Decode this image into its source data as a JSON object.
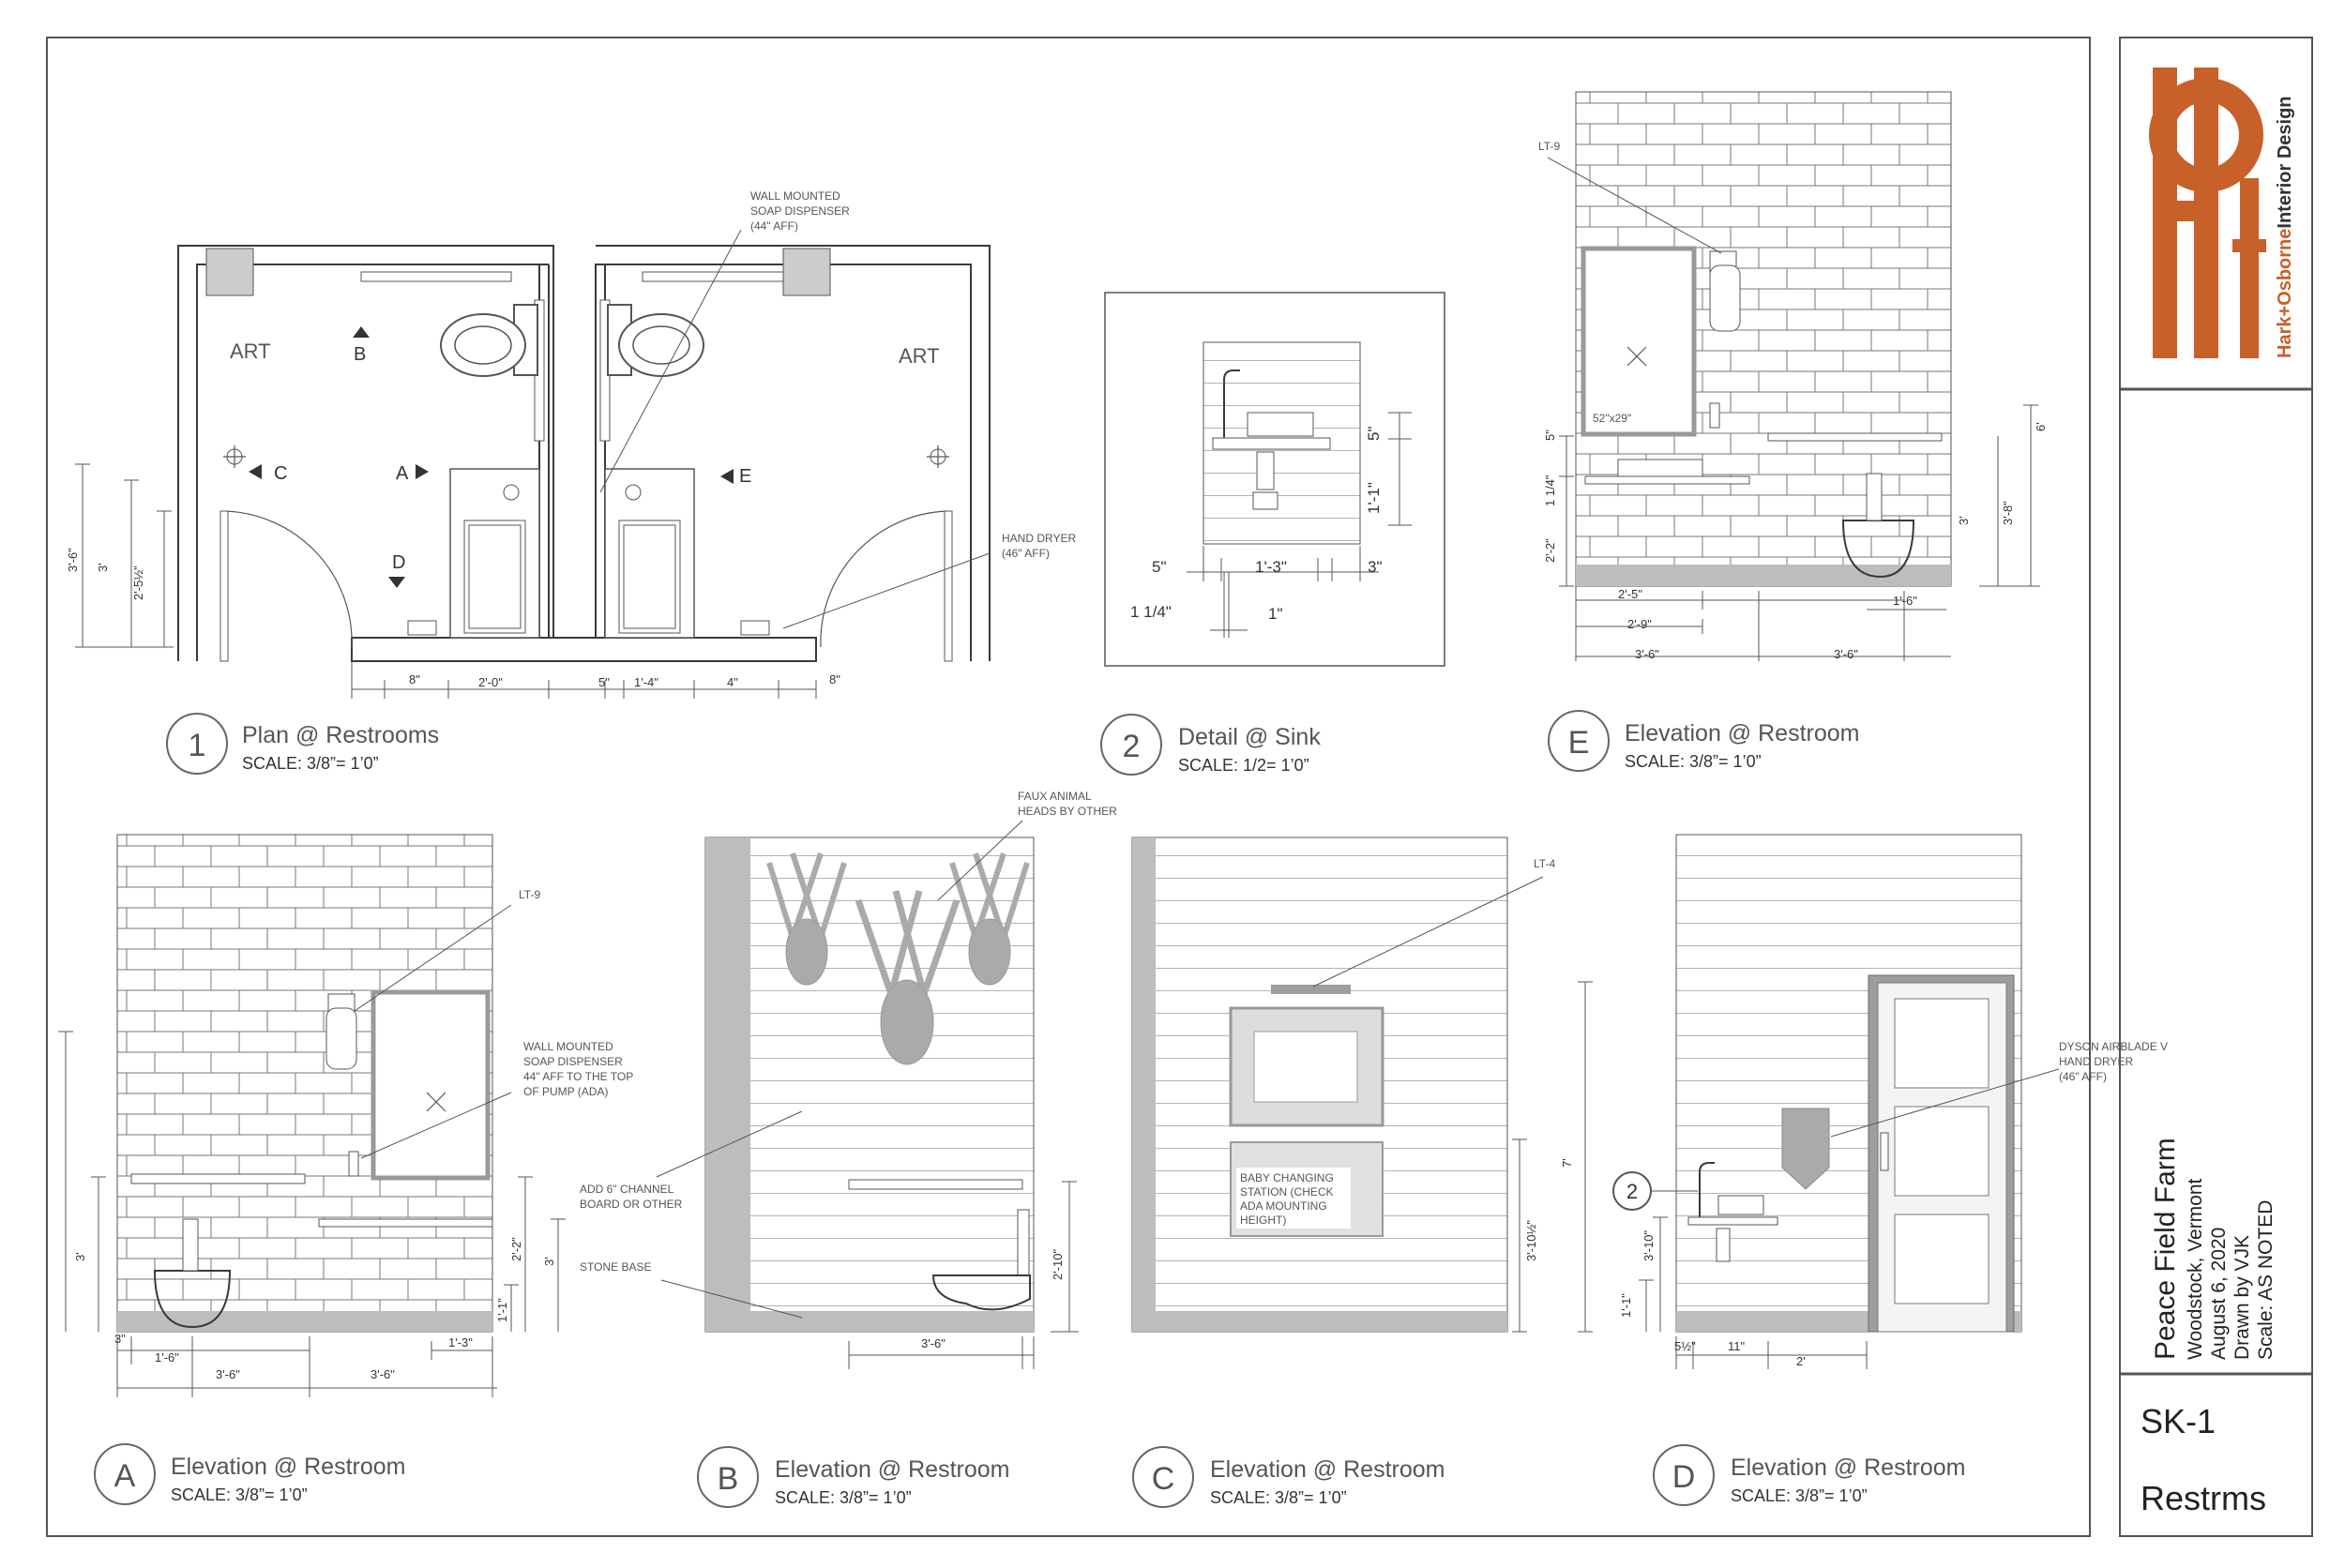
{
  "drawings": {
    "d1": {
      "num": "1",
      "title": "Plan @ Restrooms",
      "scale": "SCALE: 3/8”= 1’0”"
    },
    "d2": {
      "num": "2",
      "title": "Detail @ Sink",
      "scale": "SCALE: 1/2= 1’0”"
    },
    "dE": {
      "num": "E",
      "title": "Elevation @ Restroom",
      "scale": "SCALE: 3/8”= 1’0”"
    },
    "dA": {
      "num": "A",
      "title": "Elevation @ Restroom",
      "scale": "SCALE: 3/8”= 1’0”"
    },
    "dB": {
      "num": "B",
      "title": "Elevation @ Restroom",
      "scale": "SCALE: 3/8”= 1’0”"
    },
    "dC": {
      "num": "C",
      "title": "Elevation @ Restroom",
      "scale": "SCALE: 3/8”= 1’0”"
    },
    "dD": {
      "num": "D",
      "title": "Elevation @ Restroom",
      "scale": "SCALE: 3/8”= 1’0”"
    }
  },
  "plan": {
    "art_left": "ART",
    "art_right": "ART",
    "mark_b": "B",
    "mark_c": "C",
    "mark_a": "A",
    "mark_d": "D",
    "mark_e": "E",
    "note_soap": [
      "WALL MOUNTED",
      "SOAP DISPENSER",
      "(44\" AFF)"
    ],
    "note_dryer": [
      "HAND DRYER",
      "(46\" AFF)"
    ],
    "dims": {
      "h1": "3'-6\"",
      "h2": "3'",
      "h3": "2'-5½\"",
      "w1": "8\"",
      "w2": "2'-0\"",
      "w3": "5\"",
      "w4": "1'-4\"",
      "w5": "4\"",
      "w6": "8\""
    }
  },
  "sink": {
    "d1": "5\"",
    "d2": "1'-3\"",
    "d3": "3\"",
    "d4": "1 1/4\"",
    "d5": "1\"",
    "v1": "5\"",
    "v2": "1'-1\""
  },
  "elevE": {
    "lt": "LT-9",
    "mirror": "52\"x29\"",
    "v1": "5\"",
    "v2": "1 1/4\"",
    "v3": "2'-2\"",
    "v4": "6'",
    "v5": "3'-8\"",
    "v6": "3'",
    "h1": "2'-5\"",
    "h2": "2'-9\"",
    "h3": "3'-6\"",
    "h4": "3'-6\"",
    "h5": "1'-6\""
  },
  "elevA": {
    "lt": "LT-9",
    "note_soap": [
      "WALL MOUNTED",
      "SOAP DISPENSER",
      "44\" AFF TO THE TOP",
      "OF PUMP (ADA)"
    ],
    "v1": "3'",
    "v2": "2'-2\"",
    "v3": "3'",
    "v4": "1'-1\"",
    "h1": "3\"",
    "h2": "1'-6\"",
    "h3": "3'-6\"",
    "h4": "3'-6\"",
    "h5": "1'-3\""
  },
  "elevB": {
    "note_heads": [
      "FAUX ANIMAL",
      "HEADS BY OTHER"
    ],
    "note_channel": [
      "ADD 6\" CHANNEL",
      "BOARD OR OTHER"
    ],
    "note_base": "STONE BASE",
    "v1": "2'-10\"",
    "h1": "3'-6\""
  },
  "elevC": {
    "lt": "LT-4",
    "baby": [
      "BABY CHANGING",
      "STATION (CHECK",
      "ADA MOUNTING",
      "HEIGHT)"
    ],
    "v1": "3'-10½\"",
    "v2": "7'"
  },
  "elevD": {
    "callout": "2",
    "note_dryer": [
      "DYSON AIRBLADE V",
      "HAND DRYER",
      "(46\" AFF)"
    ],
    "v1": "3'-10\"",
    "v2": "1'-1\"",
    "h1": "5½\"",
    "h2": "11\"",
    "h3": "2'"
  },
  "titleblock": {
    "logo_word1": "Hark+Osborne",
    "logo_word2": "Interior Design",
    "project": "Peace Field Farm",
    "location": "Woodstock, Vermont",
    "date": "August 6, 2020",
    "drawn": "Drawn by VJK",
    "scale": "Scale: AS NOTED",
    "sheet": "SK-1",
    "sheet_name": "Restrms"
  },
  "colors": {
    "brand": "#c8602a",
    "floor": "#bdbdbd",
    "dark": "#9e9e9e"
  }
}
